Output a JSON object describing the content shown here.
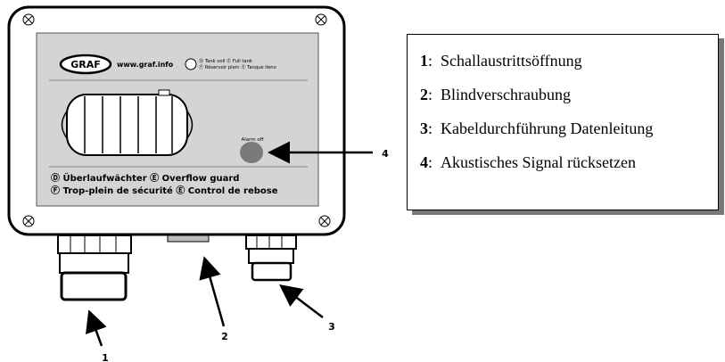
{
  "panel": {
    "logo": "GRAF",
    "website": "www.graf.info",
    "tank_line1": "Ⓓ Tank voll Ⓔ Full tank",
    "tank_line2": "Ⓕ Réservoir plein Ⓔ Tanque lleno",
    "alarm_label": "Alarm off",
    "title_line1": "Ⓓ Überlaufwächter Ⓔ Overflow guard",
    "title_line2": "Ⓕ Trop-plein de sécurité Ⓔ Control de rebose"
  },
  "callouts": [
    "1",
    "2",
    "3",
    "4"
  ],
  "legend": [
    {
      "number": "1",
      "separator": ":",
      "text": "Schallaustrittsöffnung"
    },
    {
      "number": "2",
      "separator": ":",
      "text": "Blindverschraubung"
    },
    {
      "number": "3",
      "separator": ":",
      "text": "Kabeldurchführung Datenleitung"
    },
    {
      "number": "4",
      "separator": ":",
      "text": "Akustisches Signal rücksetzen"
    }
  ],
  "colors": {
    "housing": "#ffffff",
    "panel": "#d4d4d4",
    "button": "#7a7a7a",
    "shadow": "#777777"
  }
}
